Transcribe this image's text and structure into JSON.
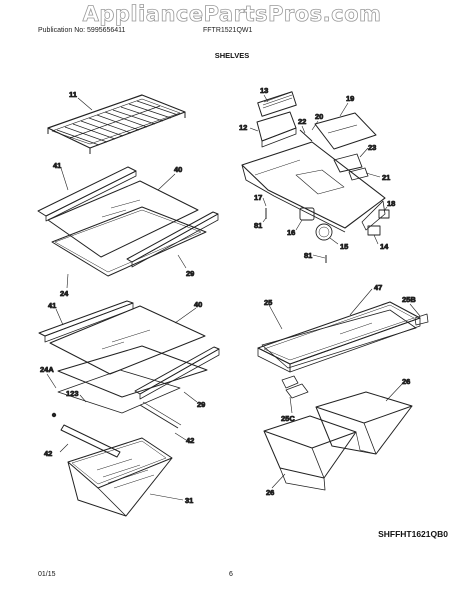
{
  "watermark": "AppliancePartsPros.com",
  "header": {
    "publication": "Publication No: 5995656411",
    "model": "FFTR1521QW1",
    "section": "SHELVES"
  },
  "diagram_code": "SHFFHT1621QB0",
  "footer": {
    "date": "01/15",
    "page": "6"
  },
  "callouts": {
    "c11": "11",
    "c41a": "41",
    "c40a": "40",
    "c29a": "29",
    "c24": "24",
    "c41b": "41",
    "c40b": "40",
    "c24a": "24A",
    "c123": "123",
    "c29b": "29",
    "c42a": "42",
    "c42b": "42",
    "c31": "31",
    "c13": "13",
    "c12": "12",
    "c22": "22",
    "c20": "20",
    "c19": "19",
    "c23": "23",
    "c21": "21",
    "c17": "17",
    "c18": "18",
    "c81a": "81",
    "c16": "16",
    "c15": "15",
    "c14": "14",
    "c81b": "81",
    "c25": "25",
    "c47": "47",
    "c25b": "25B",
    "c26a": "26",
    "c25c": "25C",
    "c26b": "26"
  }
}
